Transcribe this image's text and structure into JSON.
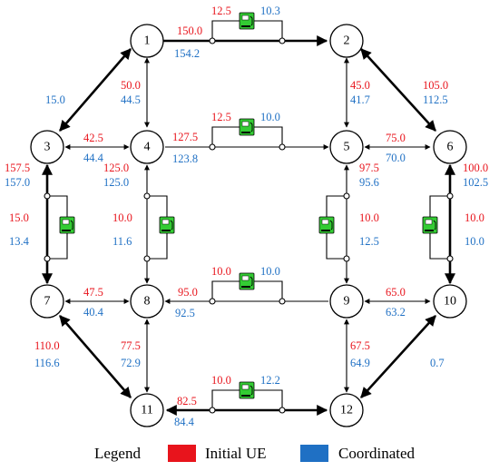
{
  "nodes": [
    {
      "id": "1",
      "label": "1"
    },
    {
      "id": "2",
      "label": "2"
    },
    {
      "id": "3",
      "label": "3"
    },
    {
      "id": "4",
      "label": "4"
    },
    {
      "id": "5",
      "label": "5"
    },
    {
      "id": "6",
      "label": "6"
    },
    {
      "id": "7",
      "label": "7"
    },
    {
      "id": "8",
      "label": "8"
    },
    {
      "id": "9",
      "label": "9"
    },
    {
      "id": "10",
      "label": "10"
    },
    {
      "id": "11",
      "label": "11"
    },
    {
      "id": "12",
      "label": "12"
    }
  ],
  "links": [
    {
      "from": "1",
      "to": "2",
      "initial": "150.0",
      "coordinated": "154.2"
    },
    {
      "from": "1",
      "to": "2",
      "initial": "12.5",
      "coordinated": "10.3",
      "via": "charging-station"
    },
    {
      "from": "1",
      "to": "3",
      "initial": "",
      "coordinated": "15.0"
    },
    {
      "from": "1",
      "to": "4",
      "initial": "50.0",
      "coordinated": "44.5"
    },
    {
      "from": "2",
      "to": "5",
      "initial": "45.0",
      "coordinated": "41.7"
    },
    {
      "from": "2",
      "to": "6",
      "initial": "105.0",
      "coordinated": "112.5"
    },
    {
      "from": "3",
      "to": "4",
      "initial": "42.5",
      "coordinated": "44.4"
    },
    {
      "from": "4",
      "to": "5",
      "initial": "127.5",
      "coordinated": "123.8"
    },
    {
      "from": "4",
      "to": "5",
      "initial": "12.5",
      "coordinated": "10.0",
      "via": "charging-station"
    },
    {
      "from": "5",
      "to": "6",
      "initial": "75.0",
      "coordinated": "70.0"
    },
    {
      "from": "3",
      "to": "7",
      "initial": "157.5",
      "coordinated": "157.0"
    },
    {
      "from": "3",
      "to": "7",
      "initial": "15.0",
      "coordinated": "13.4",
      "via": "charging-station"
    },
    {
      "from": "4",
      "to": "8",
      "initial": "125.0",
      "coordinated": "125.0"
    },
    {
      "from": "4",
      "to": "8",
      "initial": "10.0",
      "coordinated": "11.6",
      "via": "charging-station"
    },
    {
      "from": "5",
      "to": "9",
      "initial": "97.5",
      "coordinated": "95.6"
    },
    {
      "from": "5",
      "to": "9",
      "initial": "10.0",
      "coordinated": "12.5",
      "via": "charging-station"
    },
    {
      "from": "6",
      "to": "10",
      "initial": "100.0",
      "coordinated": "102.5"
    },
    {
      "from": "6",
      "to": "10",
      "initial": "10.0",
      "coordinated": "10.0",
      "via": "charging-station"
    },
    {
      "from": "7",
      "to": "8",
      "initial": "47.5",
      "coordinated": "40.4"
    },
    {
      "from": "8",
      "to": "9",
      "initial": "95.0",
      "coordinated": "92.5"
    },
    {
      "from": "8",
      "to": "9",
      "initial": "10.0",
      "coordinated": "10.0",
      "via": "charging-station"
    },
    {
      "from": "9",
      "to": "10",
      "initial": "65.0",
      "coordinated": "63.2"
    },
    {
      "from": "7",
      "to": "11",
      "initial": "110.0",
      "coordinated": "116.6"
    },
    {
      "from": "8",
      "to": "11",
      "initial": "77.5",
      "coordinated": "72.9"
    },
    {
      "from": "9",
      "to": "12",
      "initial": "67.5",
      "coordinated": "64.9"
    },
    {
      "from": "10",
      "to": "12",
      "initial": "",
      "coordinated": "0.7"
    },
    {
      "from": "11",
      "to": "12",
      "initial": "82.5",
      "coordinated": "84.4"
    },
    {
      "from": "11",
      "to": "12",
      "initial": "10.0",
      "coordinated": "12.2",
      "via": "charging-station"
    }
  ],
  "legend": {
    "title": "Legend",
    "items": [
      {
        "label": "Initial UE",
        "color": "#e8141c"
      },
      {
        "label": "Coordinated",
        "color": "#1f70c4"
      }
    ]
  },
  "colors": {
    "initial": "#e8141c",
    "coordinated": "#1f70c4",
    "charging_station": "#33cc33"
  },
  "icons": {
    "charging_station": "fuel-pump-icon"
  }
}
